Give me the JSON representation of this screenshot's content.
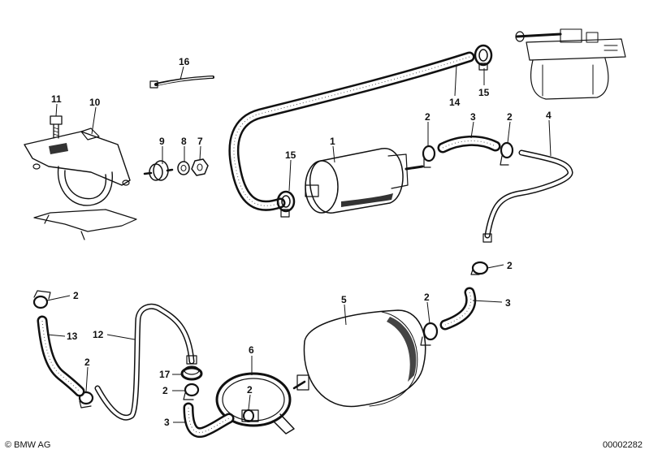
{
  "labels": {
    "l1": "1",
    "l2a": "2",
    "l2b": "2",
    "l2c": "2",
    "l2d": "2",
    "l2e": "2",
    "l2f": "2",
    "l2g": "2",
    "l2h": "2",
    "l3a": "3",
    "l3b": "3",
    "l3c": "3",
    "l4": "4",
    "l5": "5",
    "l6": "6",
    "l7": "7",
    "l8": "8",
    "l9": "9",
    "l10": "10",
    "l11": "11",
    "l12": "12",
    "l13": "13",
    "l14": "14",
    "l15a": "15",
    "l15b": "15",
    "l16": "16",
    "l17": "17"
  },
  "footer": {
    "copyright": "© BMW AG",
    "doc_number": "00002282"
  }
}
